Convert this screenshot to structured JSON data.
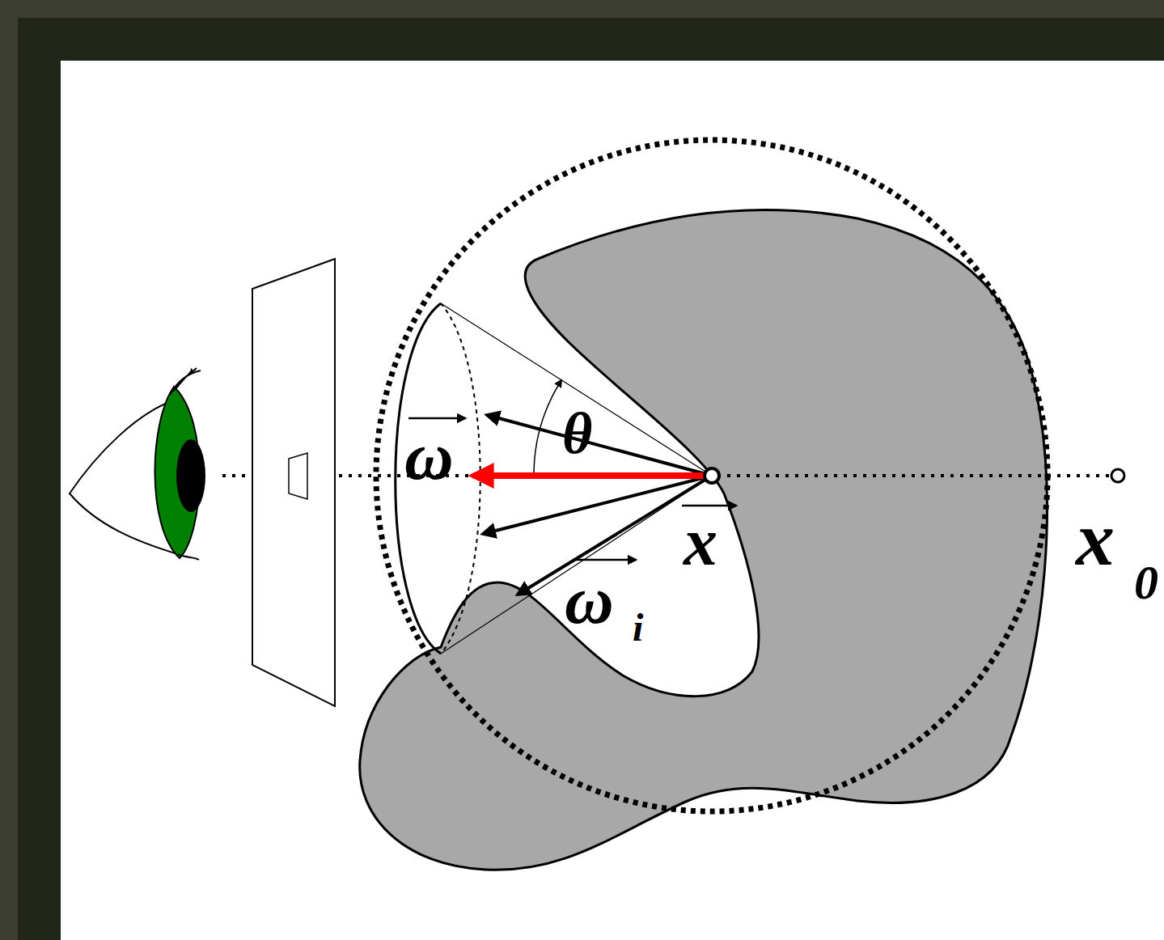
{
  "diagram": {
    "labels": [
      "ω",
      "θ",
      "x",
      "ω",
      "i",
      "x",
      "0"
    ]
  }
}
